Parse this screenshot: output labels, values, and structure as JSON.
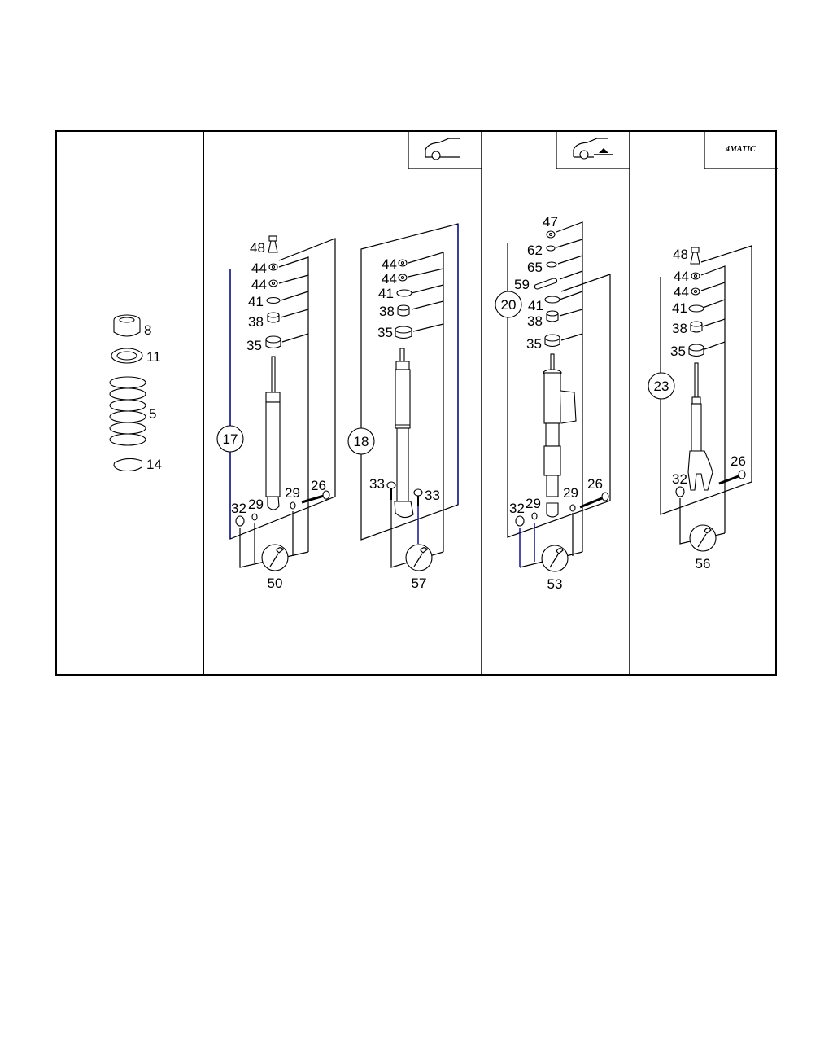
{
  "panels": [
    {
      "id": "spring",
      "items": [
        {
          "num": "8",
          "part": "spring-cap"
        },
        {
          "num": "11",
          "part": "spring-pad"
        },
        {
          "num": "5",
          "part": "coil-spring"
        },
        {
          "num": "14",
          "part": "spring-seat"
        }
      ]
    },
    {
      "id": "standard",
      "badge_icon": "car-icon",
      "groups": [
        {
          "callout": "17",
          "tool": "50",
          "labels": {
            "p48": "48",
            "p44a": "44",
            "p44b": "44",
            "p41": "41",
            "p38": "38",
            "p35": "35",
            "p32": "32",
            "p29a": "29",
            "p29b": "29",
            "p26": "26"
          }
        },
        {
          "callout": "18",
          "tool": "57",
          "labels": {
            "p44a": "44",
            "p44b": "44",
            "p41": "41",
            "p38": "38",
            "p35": "35",
            "p33a": "33",
            "p33b": "33"
          }
        }
      ]
    },
    {
      "id": "level-control",
      "badge_icon": "car-raised-icon",
      "groups": [
        {
          "callout": "20",
          "tool": "53",
          "labels": {
            "p47": "47",
            "p62": "62",
            "p65": "65",
            "p59": "59",
            "p41": "41",
            "p38": "38",
            "p35": "35",
            "p32": "32",
            "p29a": "29",
            "p29b": "29",
            "p26": "26"
          }
        }
      ]
    },
    {
      "id": "4matic",
      "badge_text": "4MATIC",
      "groups": [
        {
          "callout": "23",
          "tool": "56",
          "labels": {
            "p48": "48",
            "p44a": "44",
            "p44b": "44",
            "p41": "41",
            "p38": "38",
            "p35": "35",
            "p32": "32",
            "p26": "26"
          }
        }
      ]
    }
  ],
  "colors": {
    "ink": "#000000",
    "line_accent": "#00008b",
    "background": "#ffffff"
  }
}
